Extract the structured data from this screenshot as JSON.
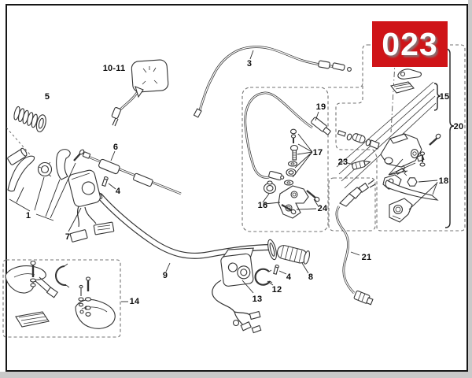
{
  "badge": {
    "text": "023"
  },
  "part_labels": {
    "p1": "1",
    "p3": "3",
    "p4_left": "4",
    "p4_right": "4",
    "p5": "5",
    "p6": "6",
    "p7": "7",
    "p8": "8",
    "p9": "9",
    "p10_11": "10-11",
    "p12": "12",
    "p13": "13",
    "p14": "14",
    "p15": "15",
    "p16": "16",
    "p17": "17",
    "p18": "18",
    "p19": "19",
    "p20": "20",
    "p21": "21",
    "p23": "23",
    "p24": "24"
  },
  "colors": {
    "badge_red": "#cf1418",
    "line_art": "#333333",
    "dashed_box": "#737373",
    "page_edge": "#c9c9c9"
  }
}
